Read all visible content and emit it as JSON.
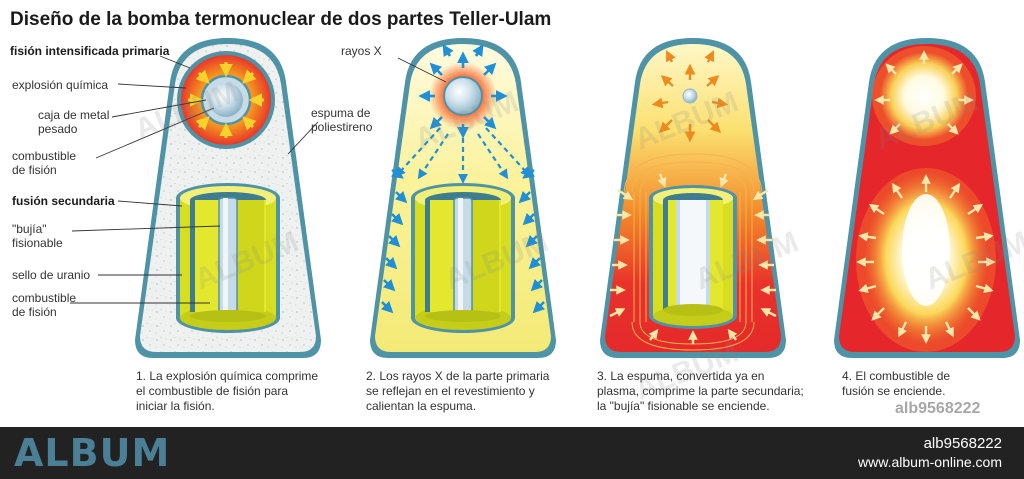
{
  "title": "Diseño de la bomba termonuclear de dos partes Teller-Ulam",
  "labels": {
    "primary_fusion": "fisión intensificada primaria",
    "chemical_explosion": "explosión química",
    "metal_case_1": "caja de metal",
    "metal_case_2": "pesado",
    "fission_fuel_top_1": "combustible",
    "fission_fuel_top_2": "de fisión",
    "secondary_fusion": "fusión secundaria",
    "spark_plug_1": "\"bujía\"",
    "spark_plug_2": "fisionable",
    "uranium_seal": "sello de uranio",
    "fission_fuel_bottom_1": "combustible",
    "fission_fuel_bottom_2": "de fisión",
    "foam_1": "espuma de",
    "foam_2": "poliestireno",
    "xrays": "rayos X"
  },
  "captions": [
    [
      "1. La explosión química comprime",
      "el combustible de fisión para",
      "iniciar la fisión."
    ],
    [
      "2. Los rayos X de la parte primaria",
      "se reflejan en el revestimiento y",
      "calientan la espuma."
    ],
    [
      "3. La espuma, convertida ya en",
      "plasma, comprime la parte secundaria;",
      "la \"bujía\" fisionable se enciende."
    ],
    [
      "4. El combustible de",
      "fusión se enciende."
    ]
  ],
  "watermark": {
    "stamp": "ALBUM",
    "id_overlay": "alb9568222"
  },
  "footer": {
    "logo": "ALBUM",
    "id": "alb9568222",
    "url": "www.album-online.com"
  },
  "colors": {
    "casing_outline": "#4f93a6",
    "foam": "#eef1ef",
    "hot_red": "#e5262a",
    "hot_orange": "#f58a1f",
    "yellow": "#f7ee69",
    "fuel_yellow": "#d7de1f",
    "steel": "#c6dbe6",
    "xray_blue": "#1f8fd6",
    "footer_bg": "#222222",
    "footer_logo": "#4a7f95"
  }
}
